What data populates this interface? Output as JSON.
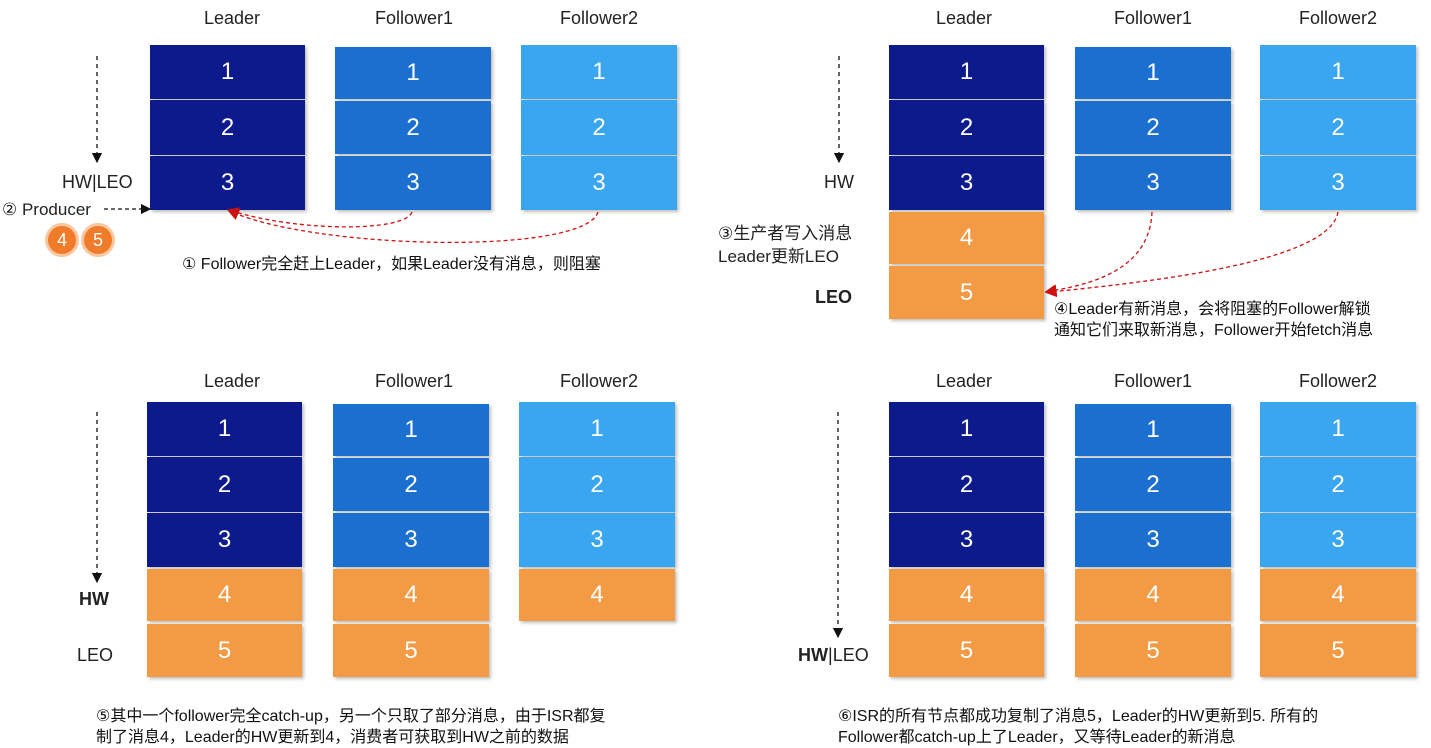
{
  "headers": {
    "leader": "Leader",
    "follower1": "Follower1",
    "follower2": "Follower2"
  },
  "values": {
    "v1": "1",
    "v2": "2",
    "v3": "3",
    "v4": "4",
    "v5": "5"
  },
  "panel1": {
    "marker": "HW|LEO",
    "producer": "② Producer",
    "caption": "① Follower完全赶上Leader，如果Leader没有消息，则阻塞"
  },
  "panel2": {
    "hw": "HW",
    "leo": "LEO",
    "note_line1": "③生产者写入消息",
    "note_line2": "Leader更新LEO",
    "caption_line1": "④Leader有新消息，会将阻塞的Follower解锁",
    "caption_line2": "通知它们来取新消息，Follower开始fetch消息"
  },
  "panel3": {
    "hw": "HW",
    "leo": "LEO",
    "caption_line1": "⑤其中一个follower完全catch-up，另一个只取了部分消息，由于ISR都复",
    "caption_line2": "制了消息4，Leader的HW更新到4，消费者可获取到HW之前的数据"
  },
  "panel4": {
    "hw": "HW",
    "leo": "LEO",
    "caption_line1": "⑥ISR的所有节点都成功复制了消息5，Leader的HW更新到5. 所有的",
    "caption_line2": "Follower都catch-up上了Leader，又等待Leader的新消息"
  },
  "colors": {
    "leader": "#0c1a8c",
    "follower1": "#1b6fcf",
    "follower2": "#3aa6ef",
    "new_message": "#f39a44",
    "arrow": "#cc1111"
  }
}
